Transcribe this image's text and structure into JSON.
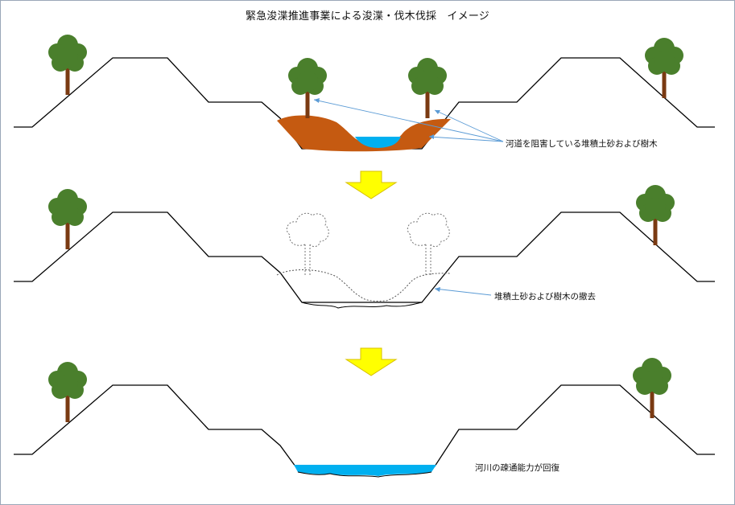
{
  "title": "緊急浚渫推進事業による浚渫・伐木伐採　イメージ",
  "labels": {
    "step1": "河道を阻害している堆積土砂および樹木",
    "step2": "堆積土砂および樹木の撤去",
    "step3": "河川の疎通能力が回復"
  },
  "colors": {
    "tree_canopy": "#4a7f2c",
    "tree_trunk": "#7a3a12",
    "sediment": "#c55a11",
    "water": "#00b0f0",
    "arrow": "#ffff00",
    "arrow_edge": "#d8c000",
    "leader_line": "#5b9bd5"
  }
}
